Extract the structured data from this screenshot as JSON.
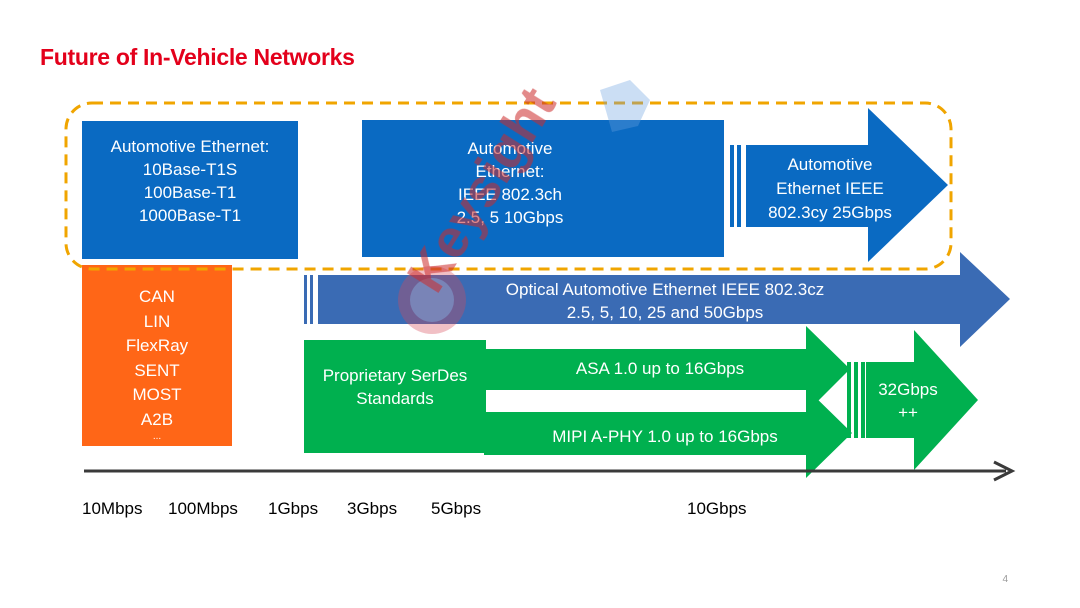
{
  "title": "Future of In-Vehicle Networks",
  "boxes": {
    "automotive_ethernet": [
      "Automotive Ethernet:",
      "10Base-T1S",
      "100Base-T1",
      "1000Base-T1"
    ],
    "legacy": [
      "CAN",
      "LIN",
      "FlexRay",
      "SENT",
      "MOST",
      "A2B"
    ],
    "legacy_overflow": "...",
    "ieee_8023ch": [
      "Automotive",
      "Ethernet:",
      "IEEE 802.3ch",
      "2.5, 5 10Gbps"
    ],
    "ieee_8023cy": [
      "Automotive",
      "Ethernet IEEE",
      "802.3cy 25Gbps"
    ],
    "optical": [
      "Optical Automotive Ethernet IEEE 802.3cz",
      "2.5, 5, 10, 25 and 50Gbps"
    ],
    "serdes": [
      "Proprietary SerDes",
      "Standards"
    ],
    "asa": "ASA 1.0 up to 16Gbps",
    "mipi": "MIPI  A-PHY 1.0 up to 16Gbps",
    "future": [
      "32Gbps",
      "++"
    ]
  },
  "axis": {
    "labels": [
      "10Mbps",
      "100Mbps",
      "1Gbps",
      "3Gbps",
      "5Gbps",
      "10Gbps"
    ]
  },
  "watermark": "Keysight",
  "page_number": "4",
  "colors": {
    "title": "#e3001b",
    "ethernet_blue": "#0a6ac2",
    "optical_blue": "#3a6bb4",
    "legacy_orange": "#ff6617",
    "serdes_green": "#00b04f",
    "dashed_outline": "#f0a500",
    "axis": "#3a3a3a"
  }
}
